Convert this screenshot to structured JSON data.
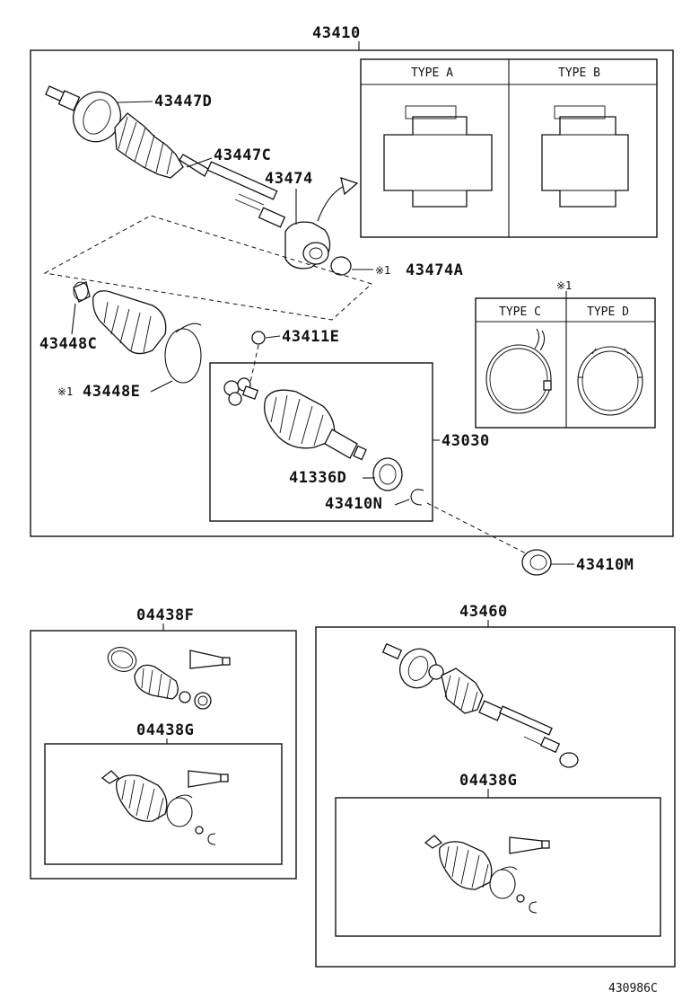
{
  "labels": {
    "assy_front": "43410",
    "outer_boot_clamp": "43447D",
    "boot_clamp_c": "43447C",
    "damper": "43474",
    "damper_band": "43474A",
    "mark1_a": "※1",
    "inner_boot_clamp": "43448C",
    "inner_band": "43448E",
    "mark1_b": "※1",
    "snap_ring": "43411E",
    "inner_joint": "43030",
    "dust_seal": "41336D",
    "circlip": "43410N",
    "bearing": "43410M",
    "boot_kit_f": "04438F",
    "boot_kit_g_left": "04438G",
    "assy_rear": "43460",
    "boot_kit_g_right": "04438G",
    "mark1_c": "※1",
    "figure_code": "430986C"
  },
  "type_boxes": {
    "type_a": "TYPE A",
    "type_b": "TYPE B",
    "type_c": "TYPE C",
    "type_d": "TYPE D"
  }
}
